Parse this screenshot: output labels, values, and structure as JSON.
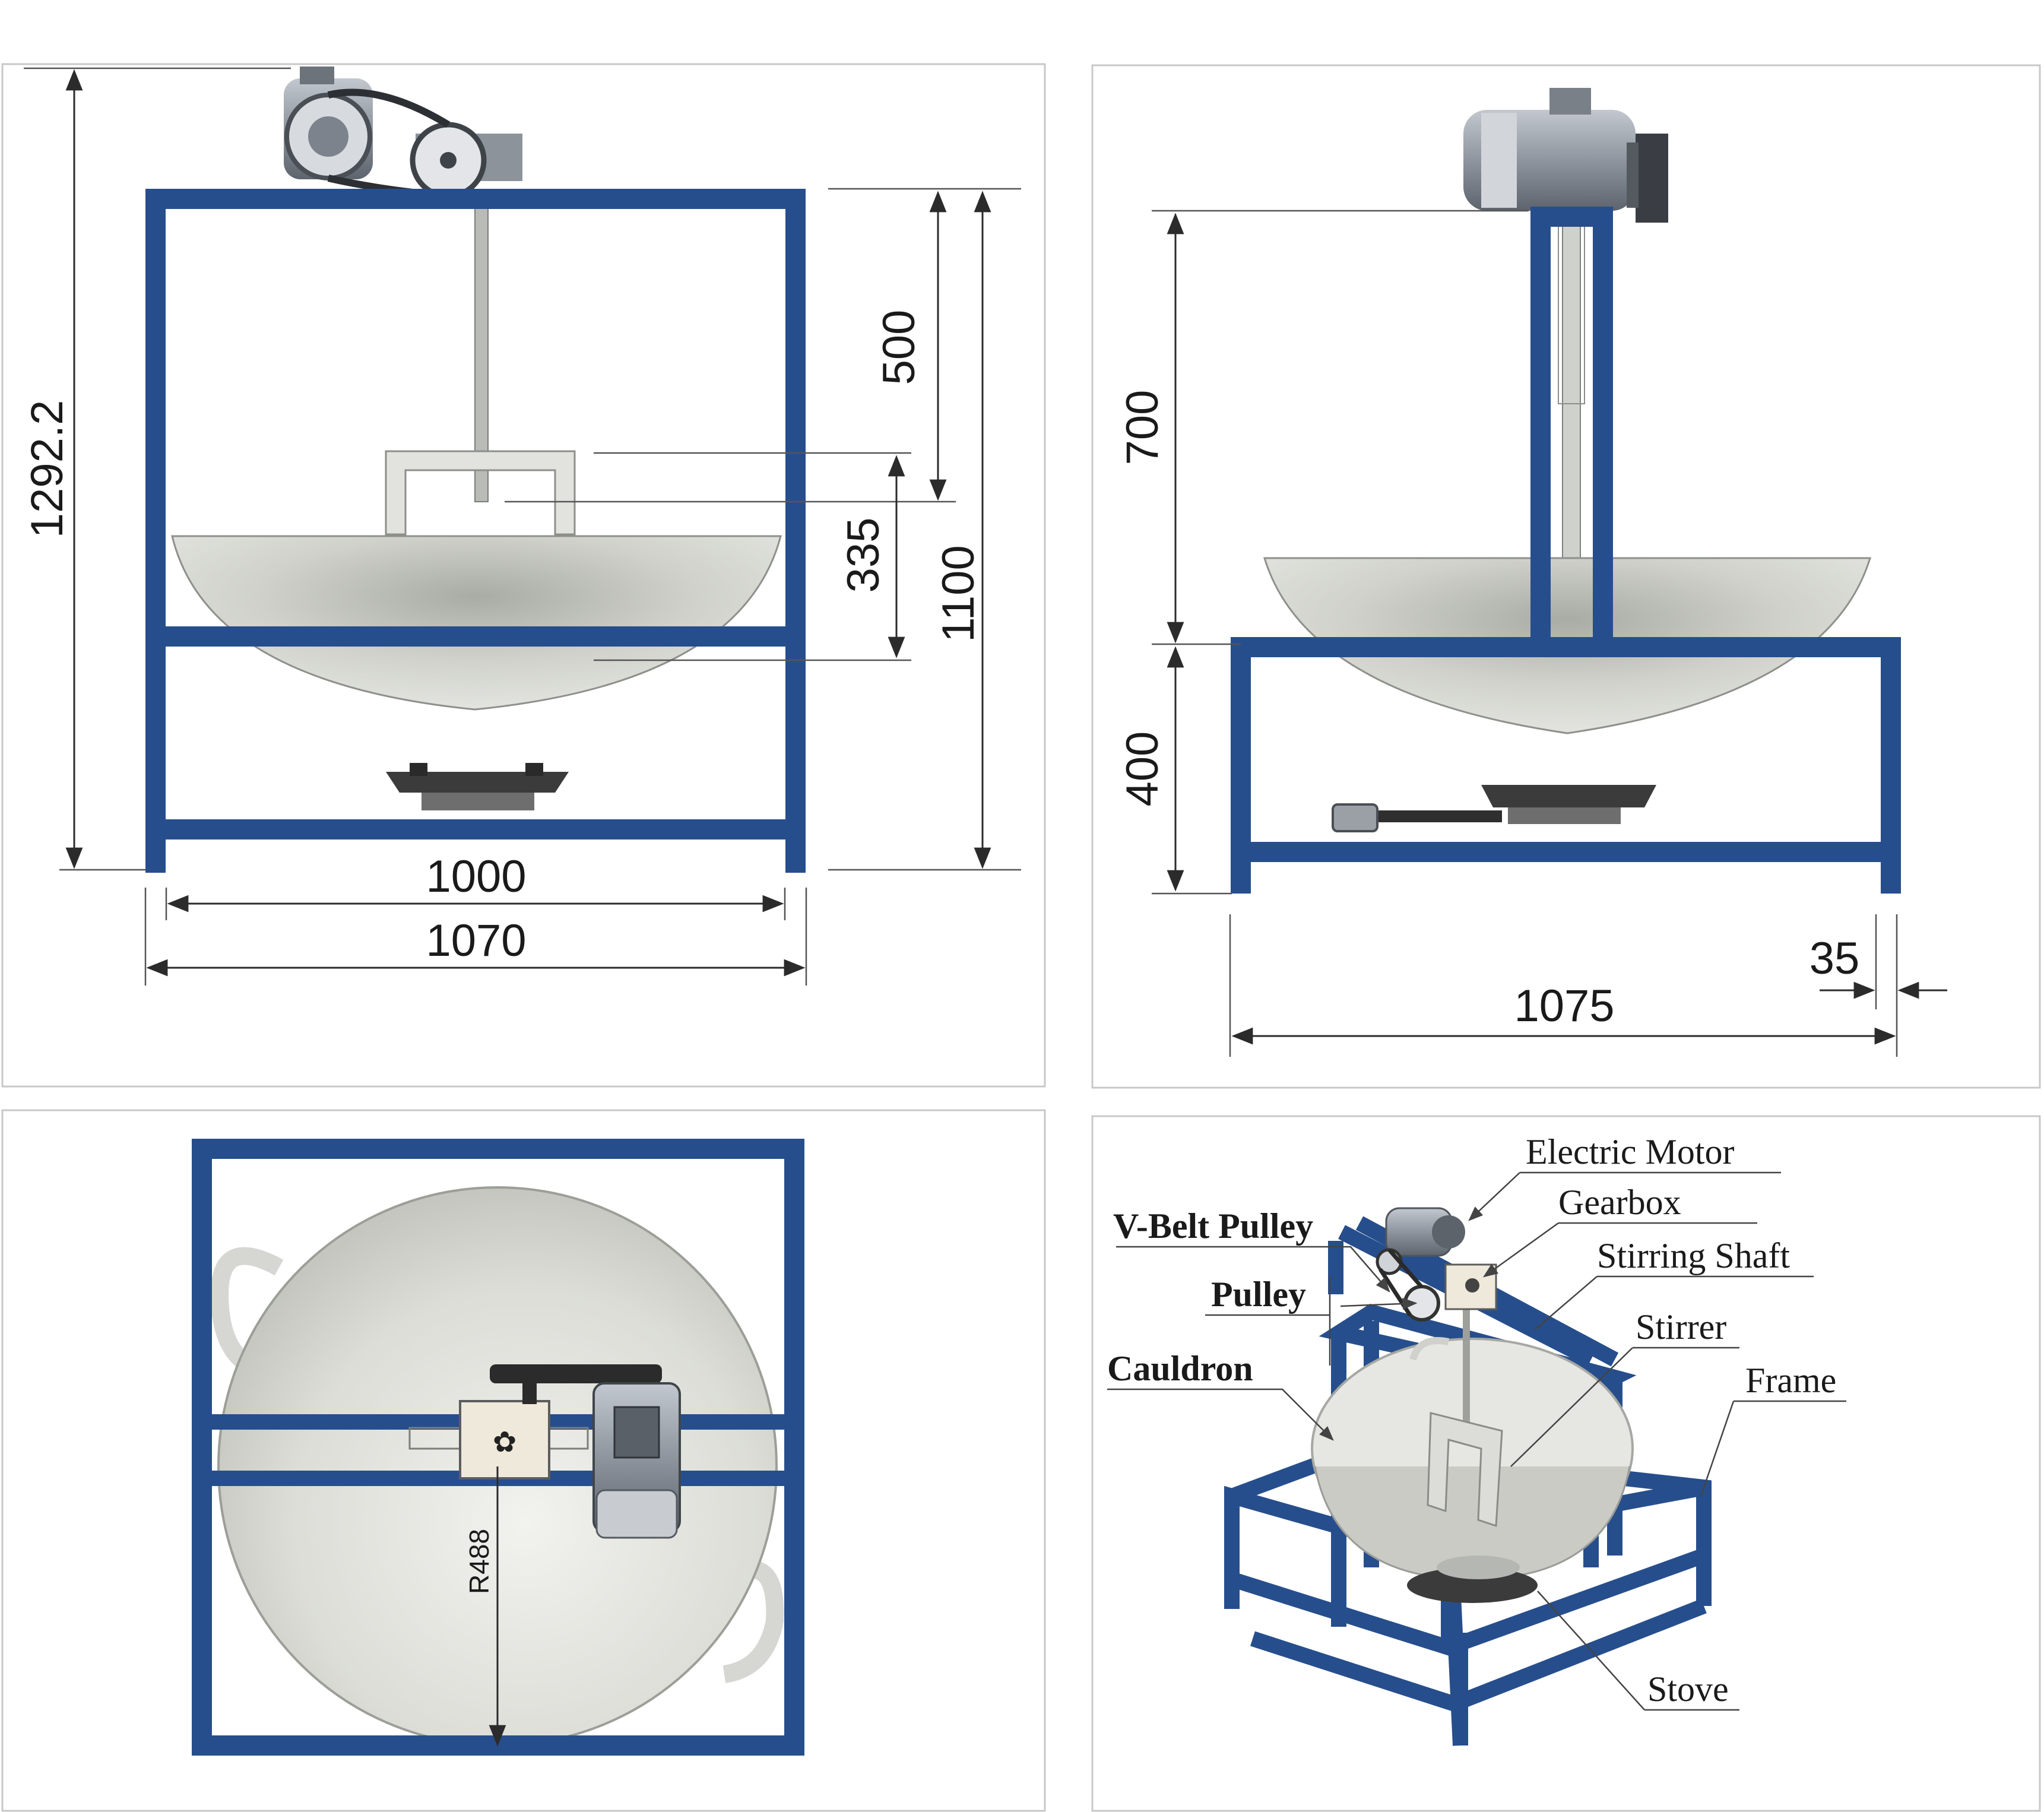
{
  "front_view": {
    "dims": {
      "overall_height": "1292.2",
      "shaft_to_stirrer": "500",
      "stirrer_height": "335",
      "frame_height": "1100",
      "inner_width": "1000",
      "outer_width": "1070"
    }
  },
  "side_view": {
    "dims": {
      "upper_height": "700",
      "lower_height": "400",
      "overall_depth": "1075",
      "tube_width": "35"
    }
  },
  "top_view": {
    "dims": {
      "radius": "R488"
    }
  },
  "iso_view": {
    "labels": {
      "electric_motor": "Electric Motor",
      "v_belt_pulley": "V-Belt Pulley",
      "gearbox": "Gearbox",
      "stirring_shaft": "Stirring Shaft",
      "pulley": "Pulley",
      "stirrer": "Stirrer",
      "cauldron": "Cauldron",
      "frame": "Frame",
      "stove": "Stove"
    }
  },
  "colors": {
    "frame": "#274e8c",
    "cauldron": "#c9cbc4",
    "motor": "#9aa1aa",
    "stove": "#3a3a3a"
  }
}
